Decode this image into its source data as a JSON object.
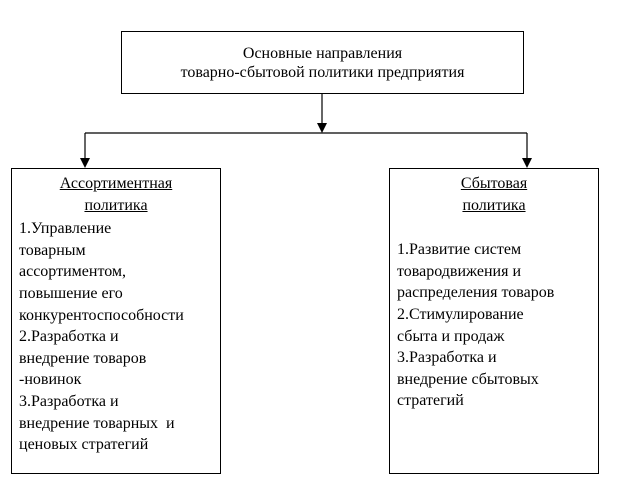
{
  "top": {
    "lines": [
      "Основные направления",
      "товарно-сбытовой политики предприятия"
    ]
  },
  "left": {
    "heading": [
      "Ассортиментная",
      "политика"
    ],
    "lines": [
      "1.Управление",
      "товарным",
      "ассортиментом,",
      "повышение его",
      "конкурентоспособности",
      "2.Разработка и",
      "внедрение товаров",
      "-новинок",
      "3.Разработка и",
      "внедрение товарных  и",
      "ценовых стратегий"
    ]
  },
  "right": {
    "heading": [
      "Сбытовая",
      "политика"
    ],
    "lines": [
      "1.Развитие систем",
      "товародвижения и",
      "распределения товаров",
      "2.Стимулирование",
      "сбыта и продаж",
      "3.Разработка и",
      "внедрение сбытовых",
      "стратегий"
    ]
  }
}
